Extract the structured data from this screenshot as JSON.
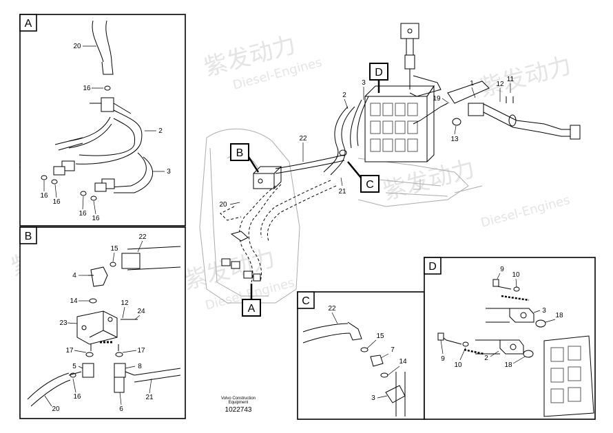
{
  "watermark": {
    "brand_cn": "紫发动力",
    "brand_en": "Diesel-Engines"
  },
  "panels": {
    "A": {
      "title": "A",
      "labels": [
        "20",
        "16",
        "2",
        "3",
        "16",
        "16",
        "16",
        "16"
      ]
    },
    "B": {
      "title": "B",
      "labels": [
        "22",
        "15",
        "4",
        "14",
        "12",
        "24",
        "23",
        "17",
        "17",
        "5",
        "8",
        "16",
        "20",
        "6",
        "21"
      ]
    },
    "C": {
      "title": "C",
      "labels": [
        "22",
        "15",
        "7",
        "14",
        "3"
      ]
    },
    "D": {
      "title": "D",
      "labels": [
        "9",
        "10",
        "3",
        "18",
        "9",
        "10",
        "2",
        "18"
      ]
    }
  },
  "main": {
    "callouts": [
      "D",
      "B",
      "C",
      "A"
    ],
    "labels": [
      "3",
      "1",
      "12",
      "11",
      "2",
      "19",
      "13",
      "22",
      "21",
      "20"
    ]
  },
  "caption": {
    "brand": "Volvo Construction",
    "sub": "Equipment",
    "number": "1022743"
  }
}
